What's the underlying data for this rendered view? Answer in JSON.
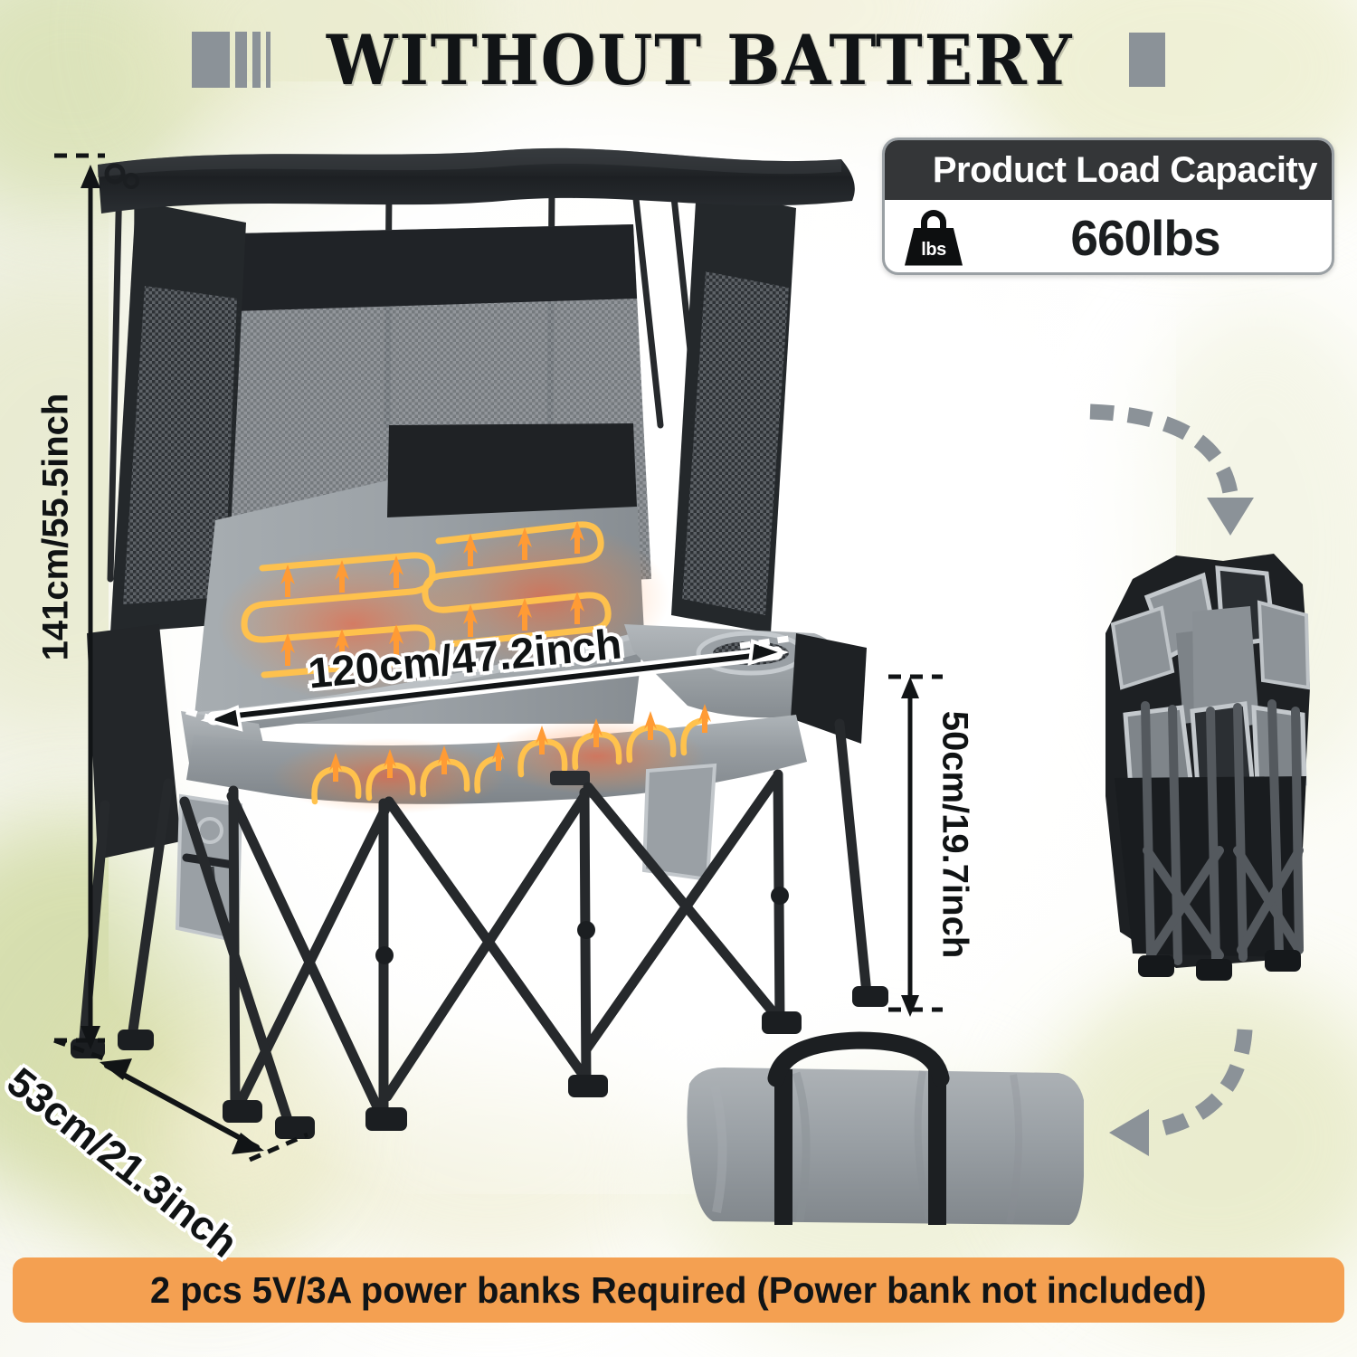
{
  "header": {
    "title": "WITHOUT BATTERY",
    "decor_bar_color": "#8b9298"
  },
  "capacity_badge": {
    "heading": "Product Load Capacity",
    "value": "660lbs",
    "icon_label": "lbs",
    "icon_name": "weight-icon",
    "header_bg": "#343638",
    "body_bg": "#ffffff",
    "border_color": "#9aa0a4"
  },
  "dimensions": {
    "height": "141cm/55.5inch",
    "width": "120cm/47.2inch",
    "seat_height": "50cm/19.7inch",
    "depth": "53cm/21.3inch"
  },
  "banner": {
    "text": "2 pcs 5V/3A   power banks Required (Power bank not included)",
    "bg_color": "#f4a051",
    "text_color": "#111416"
  },
  "product": {
    "main_name": "double-camping-chair-with-canopy",
    "folded_name": "folded-chair",
    "bag_name": "carry-bag",
    "canopy_color": "#1e2124",
    "fabric_gray": "#9ea3a7",
    "mesh_gray": "#8e9398",
    "frame_black": "#2a2d30",
    "bag_gray": "#9aa0a5",
    "heat_glow": "#ff8a2b",
    "heat_line": "#ffc24d"
  },
  "flow_arrows": {
    "color": "#8b9298",
    "top_name": "fold-flow-arrow",
    "bottom_name": "pack-flow-arrow"
  },
  "background": {
    "bokeh_green": "#cdd9a4",
    "bokeh_yellow": "#e9e5b6",
    "stage_white": "#ffffff"
  }
}
